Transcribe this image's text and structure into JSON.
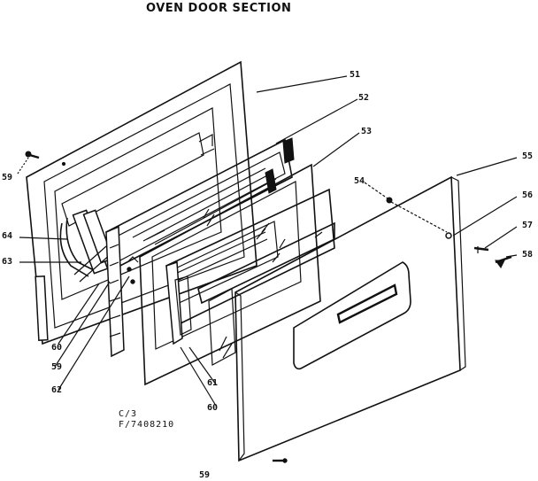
{
  "title": "OVEN DOOR SECTION",
  "callouts": {
    "c51": "51",
    "c52": "52",
    "c53": "53",
    "c54": "54",
    "c55": "55",
    "c56": "56",
    "c57": "57",
    "c58": "58",
    "c59a": "59",
    "c59b": "59",
    "c59c": "59",
    "c60a": "60",
    "c60b": "60",
    "c61": "61",
    "c62": "62",
    "c63": "63",
    "c64": "64"
  },
  "codes": {
    "line1": "C/3",
    "line2": "F/7408210"
  }
}
